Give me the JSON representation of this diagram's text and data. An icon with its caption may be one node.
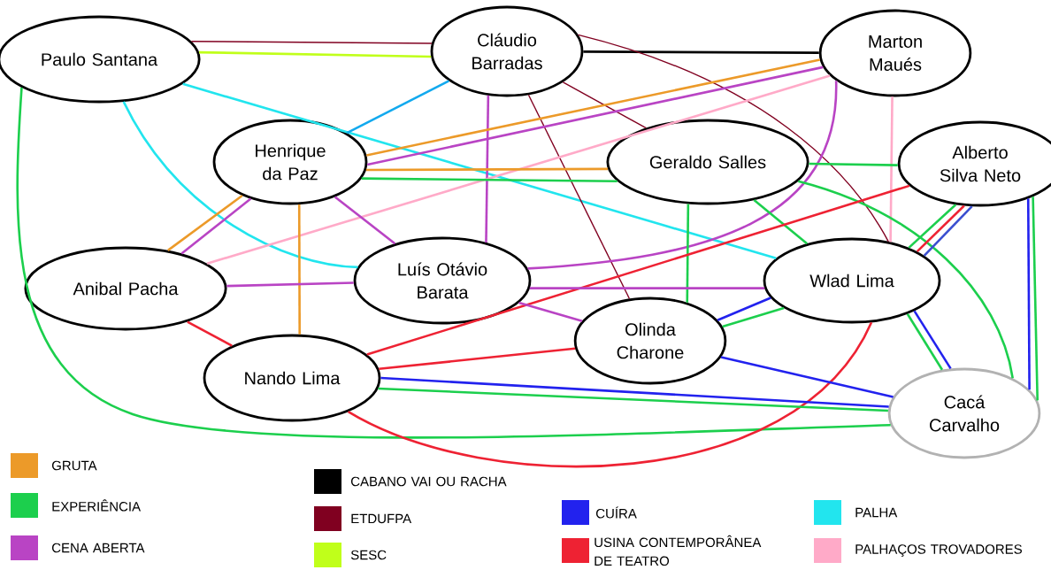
{
  "diagram": {
    "nodes": [
      {
        "text": [
          "Paulo Santana"
        ]
      },
      {
        "text": [
          "Cláudio Barradas"
        ]
      },
      {
        "text": [
          "Marton Maués"
        ]
      },
      {
        "text": [
          "Henrique da Paz"
        ]
      },
      {
        "text": [
          "Geraldo Salles"
        ]
      },
      {
        "text": [
          "Alberto Silva Neto"
        ]
      },
      {
        "text": [
          "Anibal Pacha"
        ]
      },
      {
        "text": [
          "Luís Otávio Barata"
        ]
      },
      {
        "text": [
          "Wlad Lima"
        ]
      },
      {
        "text": [
          "Olinda Charone"
        ]
      },
      {
        "text": [
          "Nando Lima"
        ]
      },
      {
        "text": [
          "Cacá Carvalho"
        ]
      }
    ],
    "edges": [
      {
        "from": 0,
        "to": 1,
        "arrow": "none",
        "color": "#800020"
      },
      {
        "from": 0,
        "to": 1,
        "arrow": "none",
        "color": "#c0ff1a"
      },
      {
        "from": 0,
        "to": 8,
        "arrow": "none",
        "color": "#22e5ee"
      },
      {
        "from": 0,
        "to": 7,
        "arrow": "none",
        "color": "#22e5ee"
      },
      {
        "from": 0,
        "to": 11,
        "arrow": "none",
        "color": "#1ccf4d"
      },
      {
        "from": 1,
        "to": 2,
        "arrow": "none",
        "color": "#000000"
      },
      {
        "from": 1,
        "to": 3,
        "arrow": "none",
        "color": "#12a9ee"
      },
      {
        "from": 1,
        "to": 7,
        "arrow": "none",
        "color": "#b944c4"
      },
      {
        "from": 1,
        "to": 4,
        "arrow": "none",
        "color": "#800020"
      },
      {
        "from": 1,
        "to": 9,
        "arrow": "none",
        "color": "#800020"
      },
      {
        "from": 1,
        "to": 8,
        "arrow": "none",
        "color": "#800020"
      },
      {
        "from": 2,
        "to": 3,
        "arrow": "none",
        "color": "#ec9a29"
      },
      {
        "from": 2,
        "to": 3,
        "arrow": "none",
        "color": "#b944c4"
      },
      {
        "from": 2,
        "to": 6,
        "arrow": "none",
        "color": "#ffaac8"
      },
      {
        "from": 2,
        "to": 7,
        "arrow": "none",
        "color": "#b944c4"
      },
      {
        "from": 2,
        "to": 8,
        "arrow": "none",
        "color": "#ffaac8"
      },
      {
        "from": 3,
        "to": 4,
        "arrow": "none",
        "color": "#ec9a29"
      },
      {
        "from": 3,
        "to": 4,
        "arrow": "none",
        "color": "#1ccf4d"
      },
      {
        "from": 3,
        "to": 6,
        "arrow": "none",
        "color": "#ec9a29"
      },
      {
        "from": 3,
        "to": 6,
        "arrow": "none",
        "color": "#b944c4"
      },
      {
        "from": 3,
        "to": 7,
        "arrow": "none",
        "color": "#b944c4"
      },
      {
        "from": 3,
        "to": 10,
        "arrow": "none",
        "color": "#ec9a29"
      },
      {
        "from": 4,
        "to": 5,
        "arrow": "none",
        "color": "#1ccf4d"
      },
      {
        "from": 4,
        "to": 8,
        "arrow": "none",
        "color": "#1ccf4d"
      },
      {
        "from": 4,
        "to": 9,
        "arrow": "none",
        "color": "#1ccf4d"
      },
      {
        "from": 4,
        "to": 11,
        "arrow": "none",
        "color": "#1ccf4d"
      },
      {
        "from": 5,
        "to": 10,
        "arrow": "none",
        "color": "#ee2233"
      },
      {
        "from": 5,
        "to": 8,
        "arrow": "none",
        "color": "#1ccf4d"
      },
      {
        "from": 5,
        "to": 8,
        "arrow": "none",
        "color": "#ee2233"
      },
      {
        "from": 5,
        "to": 8,
        "arrow": "none",
        "color": "#3a4fd0"
      },
      {
        "from": 5,
        "to": 11,
        "arrow": "none",
        "color": "#2222ee"
      },
      {
        "from": 5,
        "to": 11,
        "arrow": "none",
        "color": "#1ccf4d"
      },
      {
        "from": 6,
        "to": 7,
        "arrow": "none",
        "color": "#b944c4"
      },
      {
        "from": 6,
        "to": 10,
        "arrow": "none",
        "color": "#ee2233"
      },
      {
        "from": 7,
        "to": 8,
        "arrow": "none",
        "color": "#b944c4"
      },
      {
        "from": 7,
        "to": 9,
        "arrow": "none",
        "color": "#b944c4"
      },
      {
        "from": 8,
        "to": 9,
        "arrow": "none",
        "color": "#2222ee"
      },
      {
        "from": 8,
        "to": 9,
        "arrow": "none",
        "color": "#1ccf4d"
      },
      {
        "from": 8,
        "to": 11,
        "arrow": "none",
        "color": "#1ccf4d"
      },
      {
        "from": 8,
        "to": 11,
        "arrow": "none",
        "color": "#2222ee"
      },
      {
        "from": 8,
        "to": 10,
        "arrow": "none",
        "color": "#ee2233"
      },
      {
        "from": 9,
        "to": 10,
        "arrow": "none",
        "color": "#ee2233"
      },
      {
        "from": 9,
        "to": 11,
        "arrow": "none",
        "color": "#2222ee"
      },
      {
        "from": 10,
        "to": 11,
        "arrow": "none",
        "color": "#2222ee"
      },
      {
        "from": 10,
        "to": 11,
        "arrow": "none",
        "color": "#1ccf4d"
      }
    ],
    "legend": [
      {
        "text": "GRUTA",
        "color": "#ec9a29"
      },
      {
        "text": "EXPERIÊNCIA",
        "color": "#1ccf4d"
      },
      {
        "text": "CENA ABERTA",
        "color": "#b944c4"
      },
      {
        "text": "CABANO VAI OU RACHA",
        "color": "#000000"
      },
      {
        "text": "ETDUFPA",
        "color": "#800020"
      },
      {
        "text": "SESC",
        "color": "#c0ff1a"
      },
      {
        "text": "CUÍRA",
        "color": "#2222ee"
      },
      {
        "text": "USINA CONTEMPORÂNEA DE TEATRO",
        "color": "#ee2233"
      },
      {
        "text": "PALHA",
        "color": "#22e5ee"
      },
      {
        "text": "PALHAÇOS TROVADORES",
        "color": "#ffaac8"
      }
    ]
  }
}
